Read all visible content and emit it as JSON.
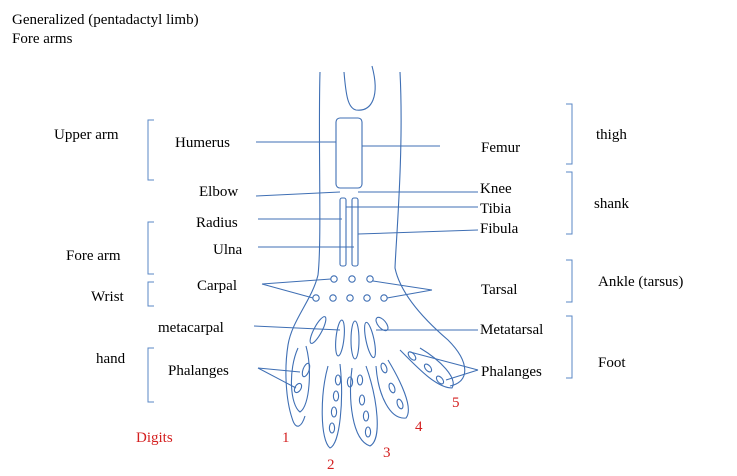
{
  "header": {
    "title": "Generalized (pentadactyl limb)",
    "subtitle": "Fore arms"
  },
  "forelimb_regions": {
    "upper_arm": "Upper arm",
    "fore_arm": "Fore arm",
    "wrist": "Wrist",
    "hand": "hand"
  },
  "forelimb_bones": {
    "humerus": "Humerus",
    "elbow": "Elbow",
    "radius": "Radius",
    "ulna": "Ulna",
    "carpal": "Carpal",
    "metacarpal": "metacarpal",
    "phalanges": "Phalanges"
  },
  "hindlimb_bones": {
    "femur": "Femur",
    "knee": "Knee",
    "tibia": "Tibia",
    "fibula": "Fibula",
    "tarsal": "Tarsal",
    "metatarsal": "Metatarsal",
    "phalanges": "Phalanges"
  },
  "hindlimb_regions": {
    "thigh": "thigh",
    "shank": "shank",
    "ankle": "Ankle (tarsus)",
    "foot": "Foot"
  },
  "digits": {
    "label": "Digits",
    "numbers": [
      "1",
      "2",
      "3",
      "4",
      "5"
    ],
    "color": "#d42020"
  },
  "colors": {
    "outline": "#3f6fb4",
    "bracket": "#5a87c6"
  }
}
